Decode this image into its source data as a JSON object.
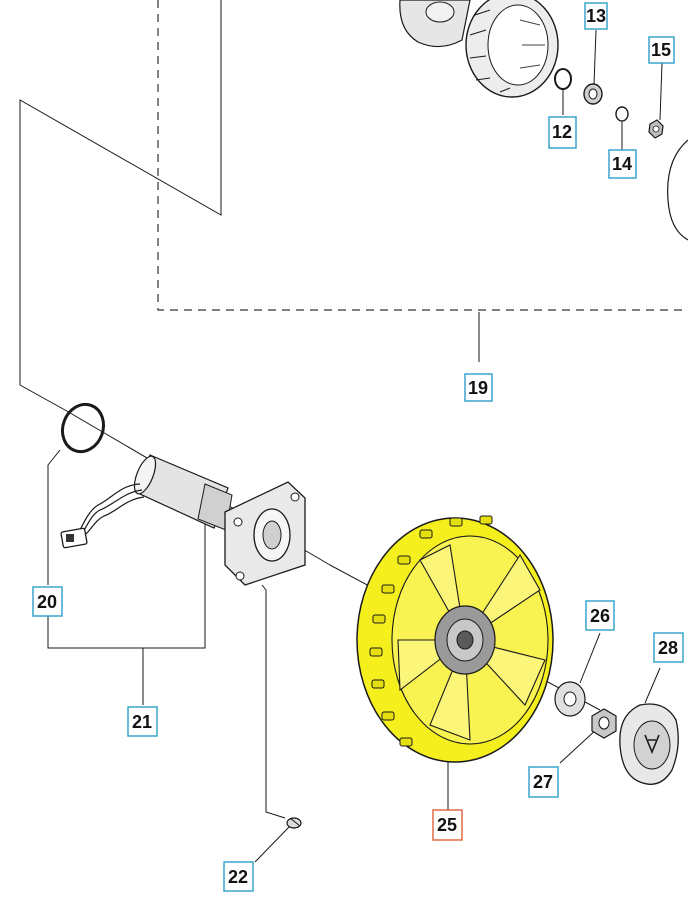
{
  "colors": {
    "callout_border": "#2aa0c8",
    "callout_highlight_border": "#e0603a",
    "wheel_highlight": "#f5ef1e",
    "line": "#1a1a1a",
    "part_grey": "#d9d9d9"
  },
  "callouts": {
    "c12": "12",
    "c13": "13",
    "c14": "14",
    "c15": "15",
    "c19": "19",
    "c20": "20",
    "c21": "21",
    "c22": "22",
    "c25": "25",
    "c26": "26",
    "c27": "27",
    "c28": "28"
  },
  "highlighted_part": "25"
}
